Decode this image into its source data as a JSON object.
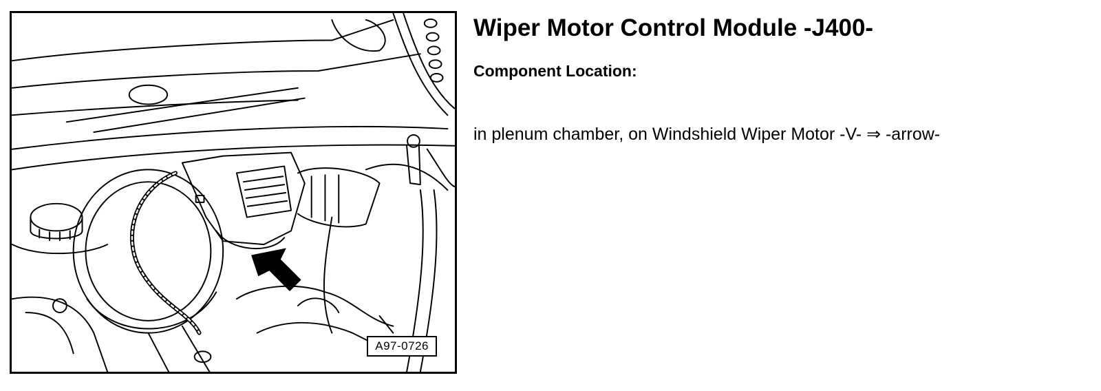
{
  "figure": {
    "code": "A97-0726"
  },
  "heading": {
    "title": "Wiper Motor Control Module -J400-",
    "subtitle": "Component Location:"
  },
  "body": {
    "location_text": "in plenum chamber, on Windshield Wiper Motor -V- ⇒ -arrow-"
  },
  "icons": {
    "pointer": "arrow-icon"
  }
}
